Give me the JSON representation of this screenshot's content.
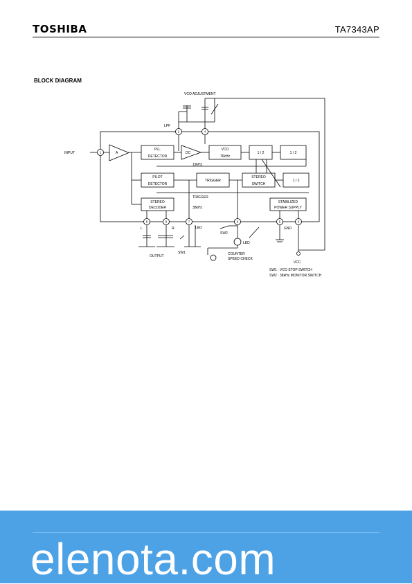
{
  "header": {
    "brand": "TOSHIBA",
    "part_number": "TA7343AP"
  },
  "section_title": "BLOCK DIAGRAM",
  "diagram": {
    "vco_adjustment": "VCO ADJUSTMENT",
    "lpf": "LPF",
    "input": "INPUT",
    "amp": "A",
    "pll_detector": [
      "PLL",
      "DETECTOR"
    ],
    "dc": "DC",
    "vco": [
      "VCO",
      "76kHz"
    ],
    "div1": "1 / 2",
    "div2": "1 / 2",
    "div3": "1 / 2",
    "freq_19k": "19kHz",
    "pilot_detector": [
      "PILOT",
      "DETECTOR"
    ],
    "trigger": "TRIGGER",
    "stereo_switch": [
      "STEREO",
      "SWITCH"
    ],
    "trigger_small": "TRIGGER",
    "freq_38k": "38kHz",
    "stereo_decoder": [
      "STEREO",
      "DECODER"
    ],
    "power_supply": [
      "STABILIZED",
      "POWER SUPPLY"
    ],
    "pins": [
      "1",
      "2",
      "4",
      "8",
      "9",
      "7",
      "6",
      "5",
      "3"
    ],
    "L": "L",
    "R": "R",
    "output": "OUTPUT",
    "led": "LED",
    "sw1": "SW1",
    "sw2": "SW2",
    "counter": [
      "COUNTER",
      "SPEED CHECK"
    ],
    "gnd": "GND",
    "vcc": "VCC",
    "notes": [
      "SW1 : VCO STOP SWITCH",
      "SW2 : 38kHz MONITOR SWITCH"
    ]
  },
  "footer": {
    "watermark": "elenota.com"
  }
}
